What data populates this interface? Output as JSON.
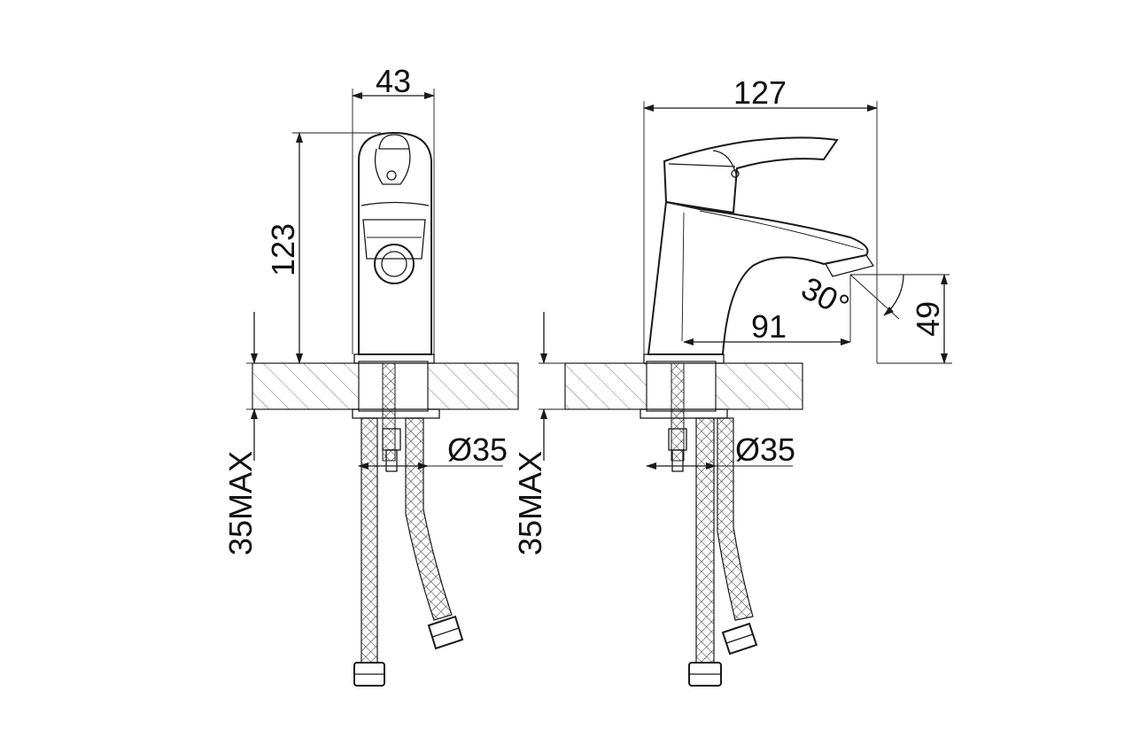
{
  "colors": {
    "line": "#1a1a1a",
    "background": "#ffffff",
    "hatch": "#555555"
  },
  "front_view": {
    "width_label": "43",
    "height_label": "123",
    "hole_label": "Ø35",
    "counter_label": "35MAX"
  },
  "side_view": {
    "length_label": "127",
    "reach_label": "91",
    "angle_label": "30°",
    "spout_height_label": "49",
    "hole_label": "Ø35",
    "counter_label": "35MAX"
  }
}
